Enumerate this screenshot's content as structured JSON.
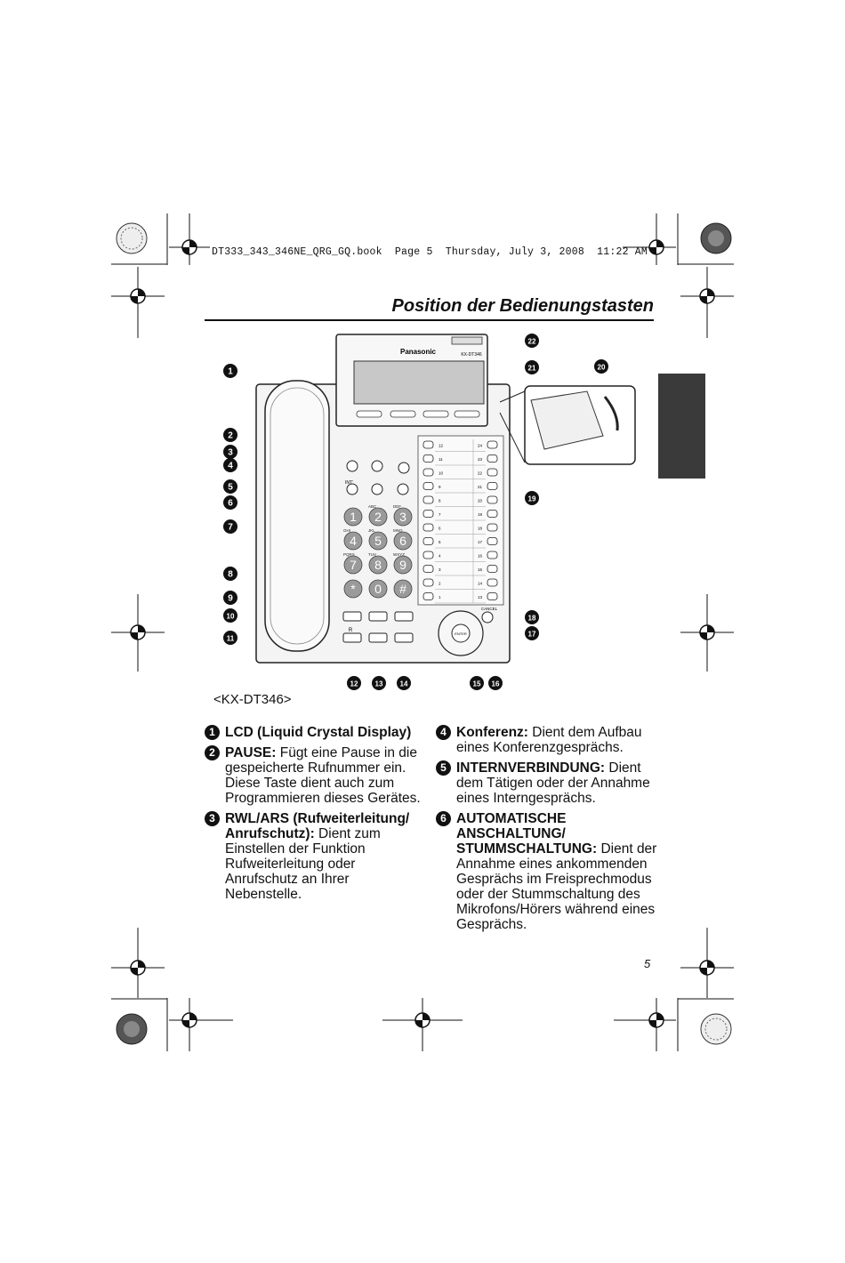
{
  "header_line": "DT333_343_346NE_QRG_GQ.book  Page 5  Thursday, July 3, 2008  11:22 AM",
  "page_title": "Position der Bedienungstasten",
  "figure": {
    "brand": "Panasonic",
    "model_on_device": "KX-DT346",
    "callouts": [
      "1",
      "2",
      "3",
      "4",
      "5",
      "6",
      "7",
      "8",
      "9",
      "10",
      "11",
      "12",
      "13",
      "14",
      "15",
      "16",
      "17",
      "18",
      "19",
      "20",
      "21",
      "22"
    ],
    "keypad": [
      {
        "digit": "1",
        "letters": ""
      },
      {
        "digit": "2",
        "letters": "ABC"
      },
      {
        "digit": "3",
        "letters": "DEF"
      },
      {
        "digit": "4",
        "letters": "GHI"
      },
      {
        "digit": "5",
        "letters": "JKL"
      },
      {
        "digit": "6",
        "letters": "MNO"
      },
      {
        "digit": "7",
        "letters": "PQRS"
      },
      {
        "digit": "8",
        "letters": "TUV"
      },
      {
        "digit": "9",
        "letters": "WXYZ"
      },
      {
        "digit": "*",
        "letters": ""
      },
      {
        "digit": "0",
        "letters": ""
      },
      {
        "digit": "#",
        "letters": ""
      }
    ],
    "dss_left": [
      "12",
      "11",
      "10",
      "9",
      "8",
      "7",
      "6",
      "5",
      "4",
      "3",
      "2",
      "1"
    ],
    "dss_right": [
      "24",
      "23",
      "22",
      "21",
      "20",
      "19",
      "18",
      "17",
      "16",
      "15",
      "14",
      "13"
    ],
    "key_labels": {
      "int": "INT'",
      "r": "R",
      "cancel": "CANCEL",
      "enter": "ENTER"
    }
  },
  "model_label": "<KX-DT346>",
  "items_left": [
    {
      "num": "1",
      "term": "LCD (Liquid Crystal Display)",
      "text": ""
    },
    {
      "num": "2",
      "term": "PAUSE:",
      "text": " Fügt eine Pause in die gespeicherte Rufnummer ein. Diese Taste dient auch zum Programmieren dieses Gerätes."
    },
    {
      "num": "3",
      "term": "RWL/ARS (Rufweiterleitung/ Anrufschutz):",
      "text": " Dient zum Einstellen der Funktion Rufweiterleitung oder Anrufschutz an Ihrer Nebenstelle."
    }
  ],
  "items_right": [
    {
      "num": "4",
      "term": "Konferenz:",
      "text": " Dient dem Aufbau eines Konferenzgesprächs."
    },
    {
      "num": "5",
      "term": "INTERNVERBINDUNG:",
      "text": " Dient dem Tätigen oder der Annahme eines Interngesprächs."
    },
    {
      "num": "6",
      "term": "AUTOMATISCHE ANSCHALTUNG/ STUMMSCHALTUNG:",
      "text": " Dient der Annahme eines ankommenden Gesprächs im Freisprechmodus oder der Stummschaltung des Mikrofons/Hörers während eines Gesprächs."
    }
  ],
  "page_number": "5"
}
